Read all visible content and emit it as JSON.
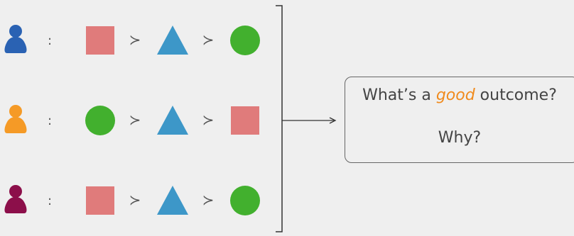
{
  "voters": [
    {
      "color": "#2a62b3",
      "colon": ":",
      "ranking": [
        "square",
        "triangle",
        "circle"
      ]
    },
    {
      "color": "#f59a26",
      "colon": ":",
      "ranking": [
        "circle",
        "triangle",
        "square"
      ]
    },
    {
      "color": "#8c0f4a",
      "colon": ":",
      "ranking": [
        "square",
        "triangle",
        "circle"
      ]
    }
  ],
  "preference_symbol": "≻",
  "shape_colors": {
    "square": "#e07b7b",
    "triangle": "#3d97c8",
    "circle": "#42b02e"
  },
  "question": {
    "prefix": "What’s a ",
    "emphasis": "good",
    "suffix": " outcome?",
    "line2": "Why?"
  }
}
